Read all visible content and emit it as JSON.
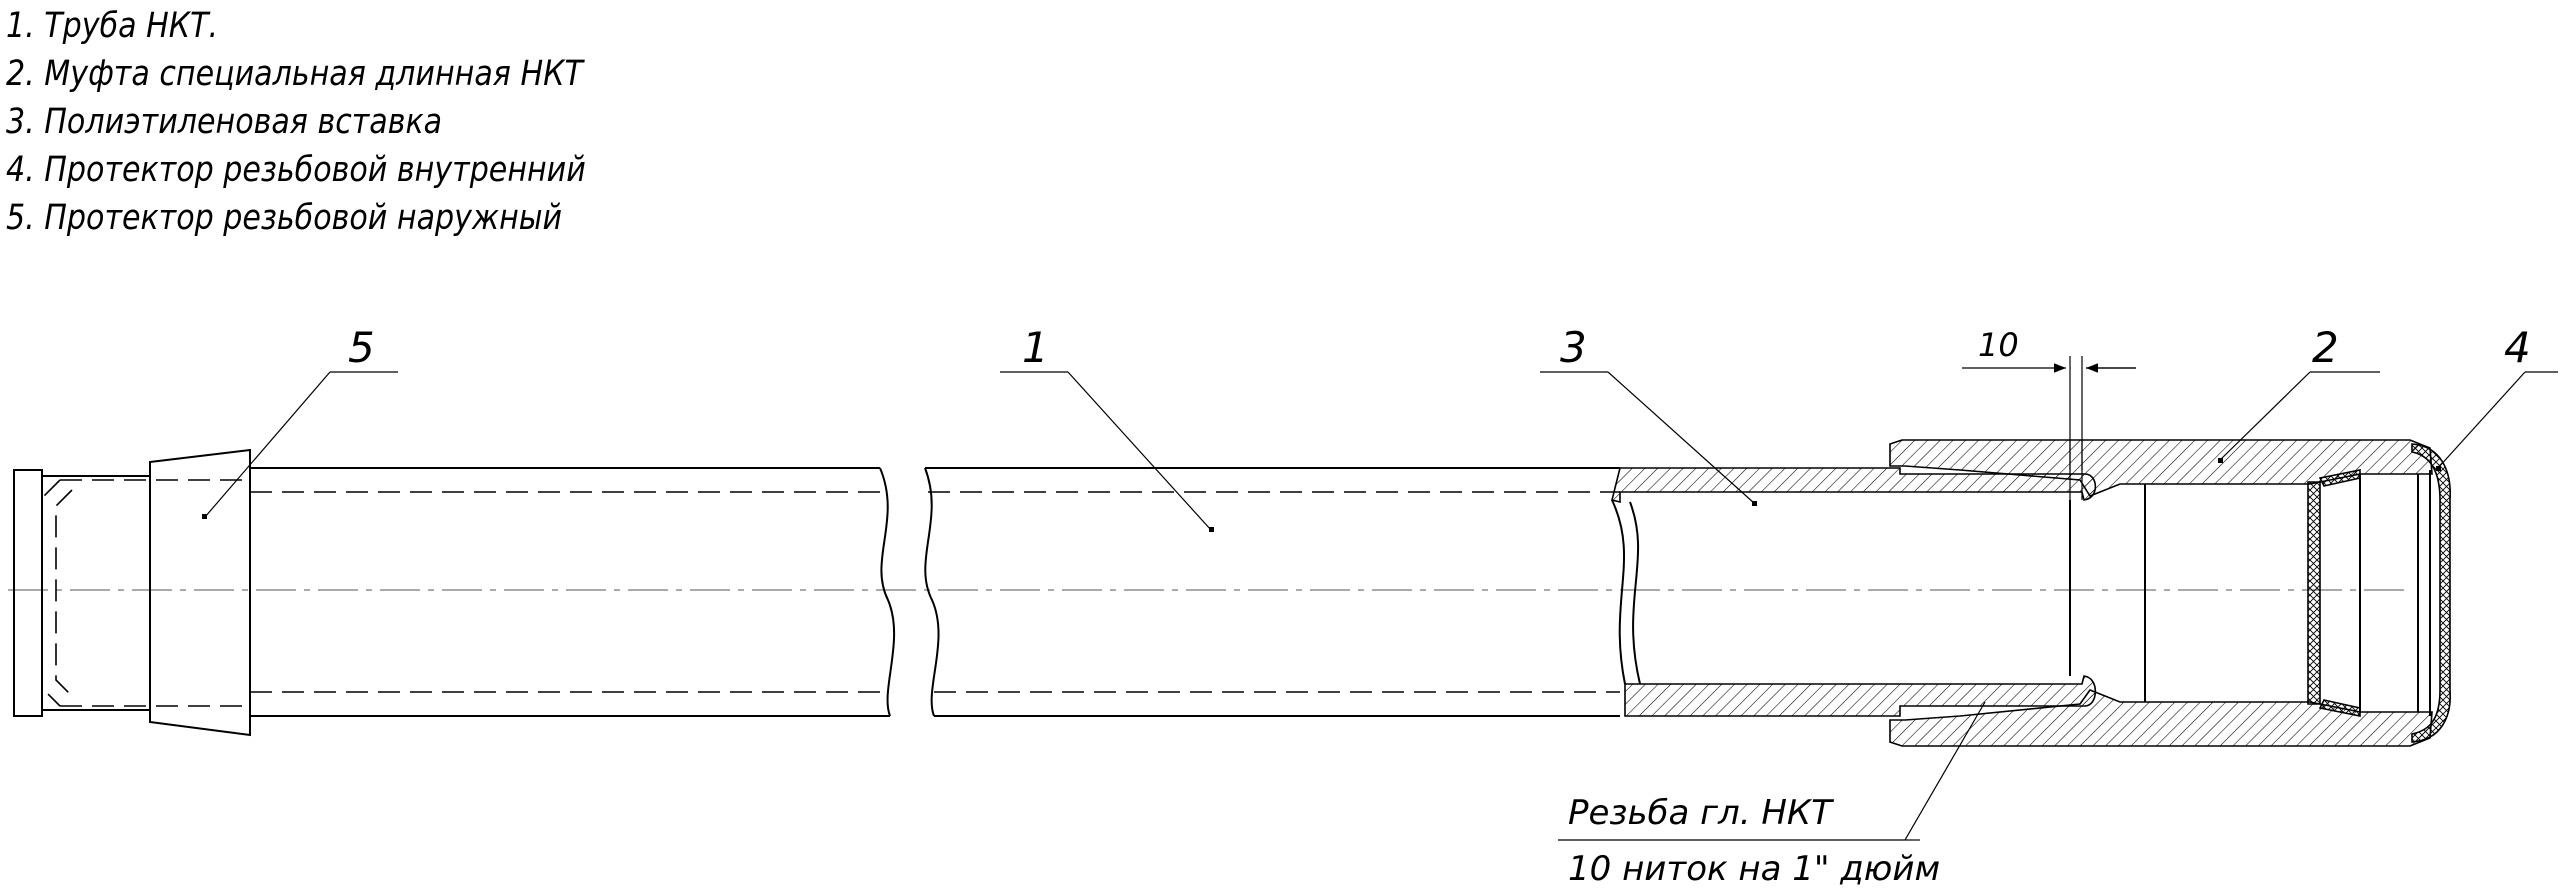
{
  "legend": {
    "items": [
      "1. Труба НКТ.",
      "2. Муфта специальная длинная НКТ",
      "3. Полиэтиленовая вставка",
      "4. Протектор резьбовой внутренний",
      "5. Протектор резьбовой наружный"
    ]
  },
  "callouts": {
    "c1": "1",
    "c2": "2",
    "c3": "3",
    "c4": "4",
    "c5": "5"
  },
  "dimension": {
    "value": "10"
  },
  "thread_note": {
    "line1": "Резьба гл. НКТ",
    "line2": "10 ниток на 1\" дюйм"
  }
}
